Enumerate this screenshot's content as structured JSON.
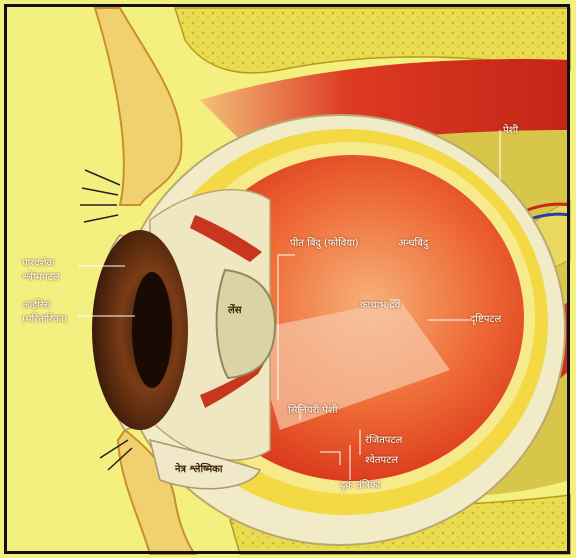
{
  "colors": {
    "background": "#f3f080",
    "bone": "#e9d73a",
    "muscle": "#d8321e",
    "sclera": "#f4ecc4",
    "choroid": "#f2d94a",
    "retina": "#e8552a",
    "iris": "#6b3414",
    "lens": "#d6d0a4"
  },
  "labels": {
    "cornea": "पारदर्शक",
    "conjunctiva": "श्लेष्मपटल",
    "iris": "आईरिस",
    "iris_alt": "(परितारिका)",
    "lens": "लेंस",
    "blind_spot": "अन्धबिंदु",
    "yellow_spot": "पीत बिंदु (फोविया)",
    "retina": "दृष्टिपटल",
    "choroid": "रंजितपटल",
    "sclera": "श्वेतपटल",
    "vitreous": "काचाभ द्रव",
    "ciliary": "सिलियरी पेशी",
    "tear_gland": "नेत्र श्लेष्मिका",
    "optic_nerve": "दृक तंत्रिका",
    "muscle": "पेशी"
  }
}
